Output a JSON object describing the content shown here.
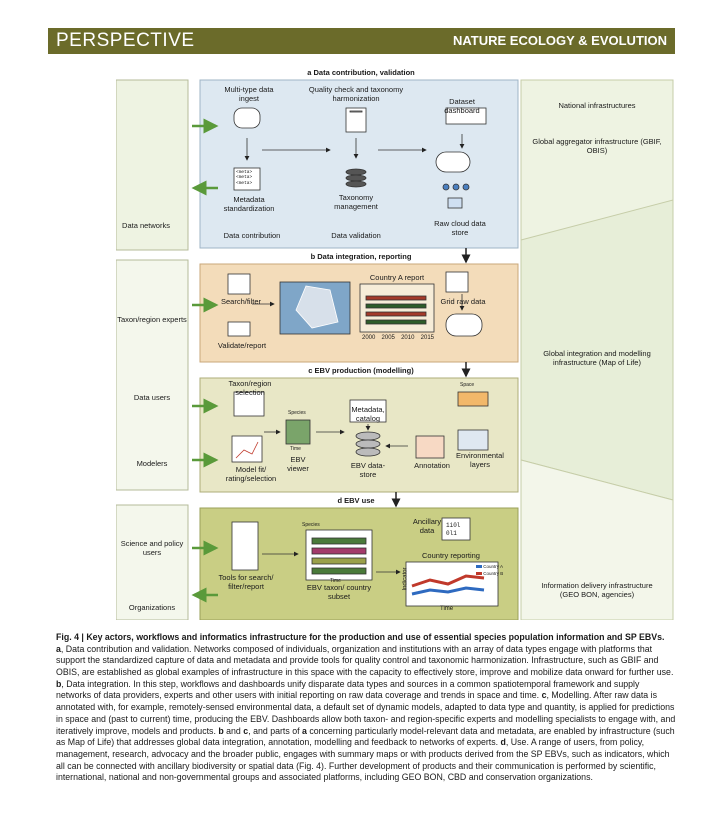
{
  "header": {
    "section": "PERSPECTIVE",
    "journal": "NATURE ECOLOGY & EVOLUTION"
  },
  "figure": {
    "panel_a": {
      "title": "a Data contribution, validation",
      "steps": [
        "Multi-type data ingest",
        "Quality check and taxonomy harmonization",
        "Dataset dashboard",
        "Metadata standardization",
        "Taxonomy management",
        "Raw cloud data store"
      ],
      "legend": [
        "Data contribution",
        "Data validation"
      ],
      "actors": "Data networks",
      "metadata_tags": [
        "<meta>",
        "<meta>",
        "<meta>"
      ]
    },
    "panel_b": {
      "title": "b Data integration, reporting",
      "steps": [
        "Search/filter",
        "Validate/report",
        "Country A report",
        "Grid raw data"
      ],
      "years": [
        "2000",
        "2005",
        "2010",
        "2015"
      ],
      "actors": "Taxon/region experts"
    },
    "panel_c": {
      "title": "c EBV production (modelling)",
      "steps": [
        "Taxon/region selection",
        "Metadata, catalog",
        "Model fit/ rating/selection",
        "EBV viewer",
        "EBV data-store",
        "Annotation",
        "Environmental layers"
      ],
      "axis_labels": [
        "Species",
        "Time",
        "Space"
      ],
      "actors": [
        "Data users",
        "Modelers"
      ]
    },
    "panel_d": {
      "title": "d EBV use",
      "steps": [
        "Tools for search/ filter/report",
        "EBV taxon/ country subset",
        "Ancillary data",
        "Country reporting"
      ],
      "ancillary_code": [
        "1i0l",
        "0l1"
      ],
      "chart_axes": {
        "y": "Indicator",
        "x": "Time"
      },
      "legend": [
        "Country A",
        "Country B"
      ],
      "axis_labels": [
        "Species",
        "Time"
      ],
      "actors": [
        "Science and policy users",
        "Organizations"
      ]
    },
    "right_bar": [
      "National infrastructures",
      "Global aggregator infrastructure (GBIF, OBIS)",
      "Global integration and modelling infrastructure (Map of Life)",
      "Information delivery infrastructure (GEO BON, agencies)"
    ]
  },
  "caption": {
    "title": "Fig. 4 | Key actors, workflows and informatics infrastructure for the production and use of essential species population information and SP EBVs.",
    "a_lead": "a",
    "a_text": ", Data contribution and validation. Networks composed of individuals, organization and institutions with an array of data types engage with platforms that support the standardized capture of data and metadata and provide tools for quality control and taxonomic harmonization. Infrastructure, such as GBIF and OBIS, are established as global examples of infrastructure in this space with the capacity to effectively store, improve and mobilize data onward for further use. ",
    "b_lead": "b",
    "b_text": ", Data integration. In this step, workflows and dashboards unify disparate data types and sources in a common spatiotemporal framework and supply networks of data providers, experts and other users with initial reporting on raw data coverage and trends in space and time. ",
    "c_lead": "c",
    "c_text": ", Modelling. After raw data is annotated with, for example, remotely-sensed environmental data, a default set of dynamic models, adapted to data type and quantity, is applied for predictions in space and (past to current) time, producing the EBV. Dashboards allow both taxon- and region-specific experts and modelling specialists to engage with, and iteratively improve, models and products. ",
    "bc_lead": "b",
    "bc_and": " and ",
    "c2_lead": "c",
    "bc_text": ", and parts of ",
    "a2_lead": "a",
    "rest_text": " concerning particularly model-relevant data and metadata, are enabled by infrastructure (such as Map of Life) that addresses global data integration, annotation, modelling and feedback to networks of experts. ",
    "d_lead": "d",
    "d_text": ", Use. A range of users, from policy, management, research, advocacy and the broader public, engages with summary maps or with products derived from the SP EBVs, such as indicators, which all can be connected with ancillary biodiversity or spatial data (Fig. 4). Further development of products and their communication is performed by scientific, international, national and non-governmental groups and associated platforms, including GEO BON, CBD and conservation organizations."
  }
}
